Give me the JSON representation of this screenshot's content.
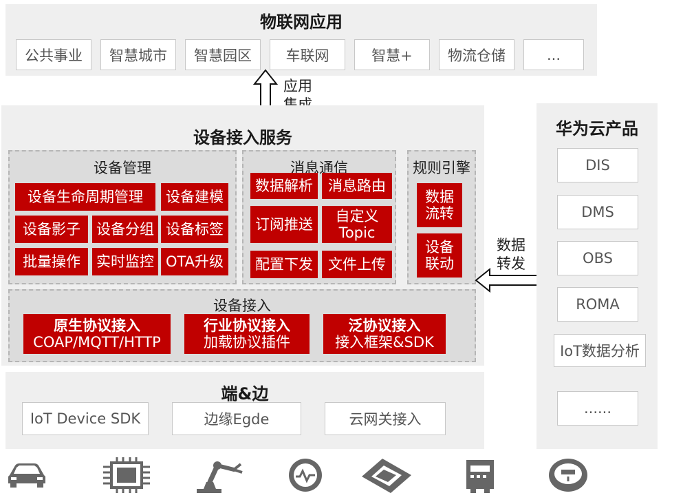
{
  "app_layer": {
    "title": "物联网应用",
    "items": [
      "公共事业",
      "智慧城市",
      "智慧园区",
      "车联网",
      "智慧+",
      "物流仓储",
      "..."
    ]
  },
  "integration_label": [
    "应用",
    "集成"
  ],
  "service": {
    "title": "设备接入服务",
    "device_mgmt": {
      "title": "设备管理",
      "items": [
        "设备生命周期管理",
        "设备建模",
        "设备影子",
        "设备分组",
        "设备标签",
        "批量操作",
        "实时监控",
        "OTA升级"
      ]
    },
    "messaging": {
      "title": "消息通信",
      "items": [
        "数据解析",
        "消息路由",
        "订阅推送",
        "自定义",
        "Topic",
        "配置下发",
        "文件上传"
      ]
    },
    "rules": {
      "title": "规则引擎",
      "items": [
        "数据",
        "流转",
        "设备",
        "联动"
      ]
    },
    "access": {
      "title": "设备接入",
      "items": [
        {
          "line1": "原生协议接入",
          "line2": "COAP/MQTT/HTTP"
        },
        {
          "line1": "行业协议接入",
          "line2": "加载协议插件"
        },
        {
          "line1": "泛协议接入",
          "line2": "接入框架&SDK"
        }
      ]
    }
  },
  "edge": {
    "title": "端&边",
    "items": [
      "IoT Device SDK",
      "边缘Egde",
      "云网关接入"
    ]
  },
  "forward_label": [
    "数据",
    "转发"
  ],
  "cloud": {
    "title": "华为云产品",
    "items": [
      "DIS",
      "DMS",
      "OBS",
      "ROMA",
      "IoT数据分析",
      "......"
    ]
  },
  "devices": [
    "car-icon",
    "chip-icon",
    "robot-arm-icon",
    "sensor-icon",
    "circuit-board-icon",
    "meter-icon",
    "gauge-icon"
  ],
  "colors": {
    "accent": "#c00000",
    "panel": "#efefef",
    "dash_bg": "#dcdcdc"
  }
}
